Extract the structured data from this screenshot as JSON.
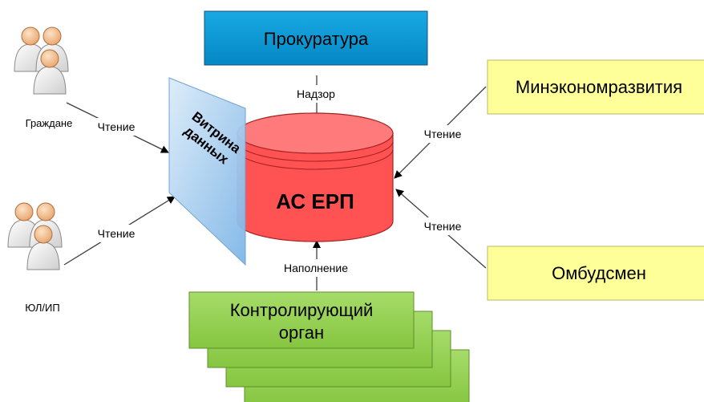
{
  "nodes": {
    "prosecutor": "Прокуратура",
    "ministry": "Минэкономразвития",
    "ombudsman": "Омбудсмен",
    "control_body_line1": "Контролирующий",
    "control_body_line2": "орган",
    "database": "АС ЕРП",
    "data_window_line1": "Витрина",
    "data_window_line2": "данных",
    "citizens": "Граждане",
    "legal_entities": "ЮЛ/ИП"
  },
  "edges": {
    "supervision": "Надзор",
    "filling": "Наполнение",
    "read_citizens": "Чтение",
    "read_legal": "Чтение",
    "read_ministry": "Чтение",
    "read_ombudsman": "Чтение"
  },
  "colors": {
    "prosecutor_fill": "#0a9bd6",
    "yellow_fill": "#ffff99",
    "green_fill": "#92d050",
    "database_fill": "#ff4f4f",
    "window_fill": "#a9d2f2",
    "person_fill": "#f4c89e"
  },
  "icons": {
    "users": "users-group-icon"
  }
}
